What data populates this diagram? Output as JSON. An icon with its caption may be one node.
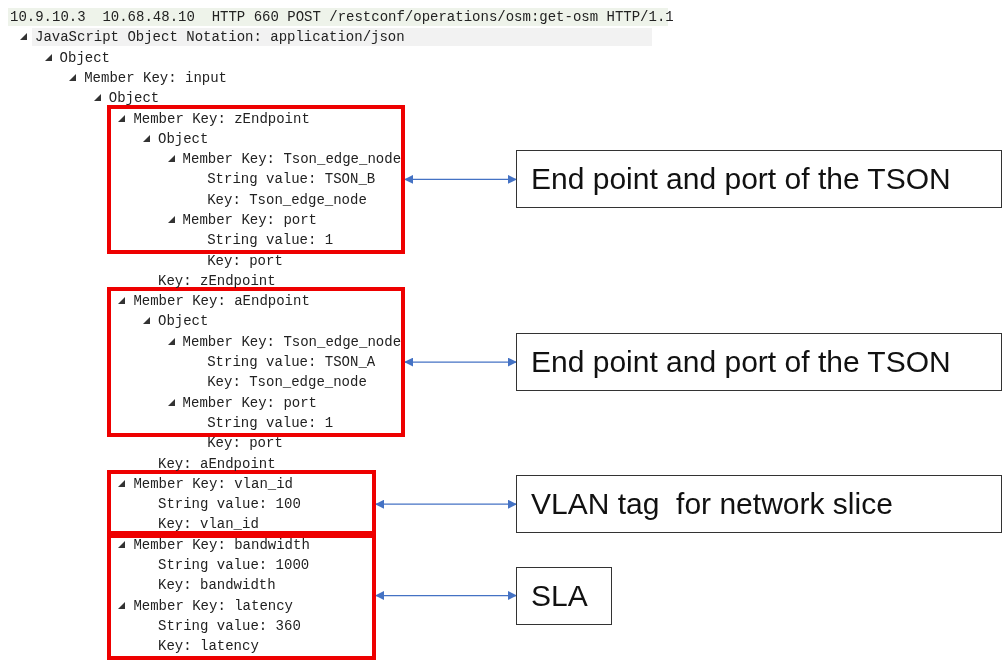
{
  "diagram": {
    "nodes": [
      {
        "text": [
          "Member Key: zEndpoint",
          "Object",
          "Member Key: Tson_edge_node",
          "String value: TSON_B",
          "Key: Tson_edge_node",
          "Member Key: port",
          "String value: 1"
        ]
      },
      {
        "text": [
          "End point and port of the TSON"
        ]
      },
      {
        "text": [
          "Member Key: aEndpoint",
          "Object",
          "Member Key: Tson_edge_node",
          "String value: TSON_A",
          "Key: Tson_edge_node",
          "Member Key: port",
          "String value: 1"
        ]
      },
      {
        "text": [
          "End point and port of the TSON"
        ]
      },
      {
        "text": [
          "Member Key: vlan_id",
          "String value: 100",
          "Key: vlan_id"
        ]
      },
      {
        "text": [
          "VLAN tag  for network slice"
        ]
      },
      {
        "text": [
          "Member Key: bandwidth",
          "String value: 1000",
          "Key: bandwidth",
          "Member Key: latency",
          "String value: 360",
          "Key: latency"
        ]
      },
      {
        "text": [
          "SLA"
        ]
      }
    ],
    "edges": [
      {
        "from": 0,
        "to": 1,
        "arrow": "both"
      },
      {
        "from": 2,
        "to": 3,
        "arrow": "both"
      },
      {
        "from": 4,
        "to": 5,
        "arrow": "both"
      },
      {
        "from": 6,
        "to": 7,
        "arrow": "both"
      }
    ],
    "labels": [
      "10.9.10.3  10.68.48.10  HTTP 660 POST /restconf/operations/osm:get-osm HTTP/1.1",
      "JavaScript Object Notation: application/json",
      "Object",
      "Member Key: input",
      "Object",
      "Key: port",
      "Key: zEndpoint",
      "Key: port",
      "Key: aEndpoint"
    ]
  }
}
